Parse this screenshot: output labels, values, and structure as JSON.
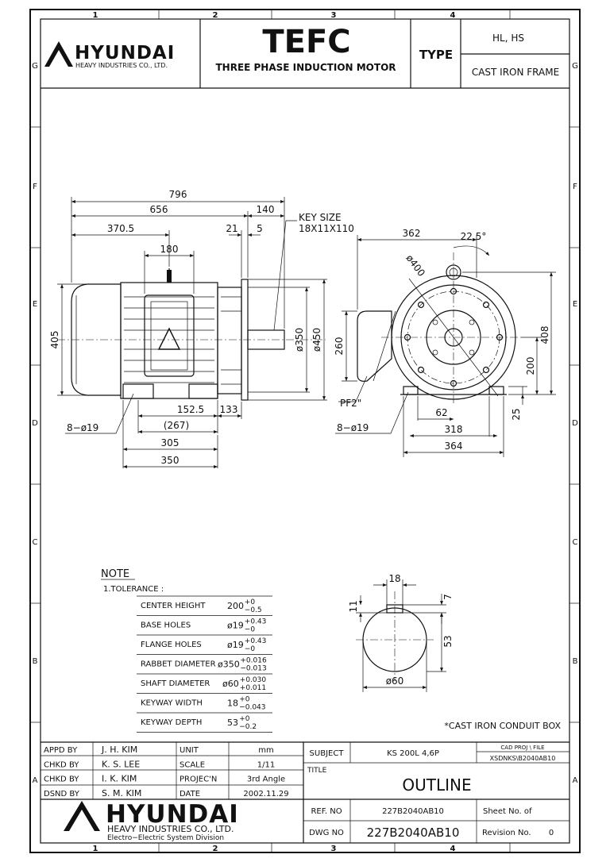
{
  "frame": {
    "col_marks": [
      "1",
      "2",
      "3",
      "4"
    ],
    "row_marks": [
      "G",
      "F",
      "E",
      "D",
      "C",
      "B",
      "A"
    ]
  },
  "header": {
    "brand": "HYUNDAI",
    "brand_sub": "HEAVY INDUSTRIES CO., LTD.",
    "title": "TEFC",
    "subtitle": "THREE PHASE INDUCTION MOTOR",
    "type_label": "TYPE",
    "type_value": "HL, HS",
    "frame_value": "CAST IRON FRAME"
  },
  "side_view": {
    "dims": {
      "overall_length": "796",
      "length_656": "656",
      "dim_140": "140",
      "dim_370": "370.5",
      "dim_21": "21",
      "dim_5": "5",
      "dim_180": "180",
      "height_405": "405",
      "rabbet_dia": "ø350",
      "flange_dia": "ø450",
      "dim_152": "152.5",
      "dim_133": "133",
      "dim_267": "(267)",
      "dim_305": "305",
      "dim_350": "350",
      "base_holes": "8−ø19"
    },
    "key_size_label": "KEY SIZE",
    "key_size_value": "18X11X110"
  },
  "front_view": {
    "dims": {
      "dim_362": "362",
      "angle": "22.5°",
      "pcd": "ø400",
      "dim_260": "260",
      "dim_408": "408",
      "dim_200": "200",
      "dim_25": "25",
      "conduit": "PF2\"",
      "dim_62": "62",
      "holes": "8−ø19",
      "dim_318": "318",
      "dim_364": "364"
    }
  },
  "shaft_section": {
    "dims": {
      "width": "18",
      "depth": "7",
      "dim_11": "11",
      "dim_53": "53",
      "dia": "ø60"
    }
  },
  "note": {
    "title": "NOTE",
    "tolerance_label": "1.TOLERANCE :",
    "rows": [
      {
        "label": "CENTER HEIGHT",
        "base": "200",
        "upper": "+0",
        "lower": "−0.5"
      },
      {
        "label": "BASE HOLES",
        "base": "ø19",
        "upper": "+0.43",
        "lower": "−0"
      },
      {
        "label": "FLANGE HOLES",
        "base": "ø19",
        "upper": "+0.43",
        "lower": "−0"
      },
      {
        "label": "RABBET DIAMETER",
        "base": "ø350",
        "upper": "+0.016",
        "lower": "−0.013"
      },
      {
        "label": "SHAFT DIAMETER",
        "base": "ø60",
        "upper": "+0.030",
        "lower": "+0.011"
      },
      {
        "label": "KEYWAY WIDTH",
        "base": "18",
        "upper": "+0",
        "lower": "−0.043"
      },
      {
        "label": "KEYWAY DEPTH",
        "base": "53",
        "upper": "+0",
        "lower": "−0.2"
      }
    ],
    "conduit_note": "*CAST IRON CONDUIT BOX"
  },
  "title_block": {
    "approvals": [
      {
        "role": "APPD BY",
        "name": "J. H. KIM",
        "field": "UNIT",
        "value": "mm"
      },
      {
        "role": "CHKD BY",
        "name": "K. S. LEE",
        "field": "SCALE",
        "value": "1/11"
      },
      {
        "role": "CHKD BY",
        "name": "I. K. KIM",
        "field": "PROJEC'N",
        "value": "3rd Angle"
      },
      {
        "role": "DSND BY",
        "name": "S. M. KIM",
        "field": "DATE",
        "value": "2002.11.29"
      }
    ],
    "subject_label": "SUBJECT",
    "subject_value": "KS 200L 4,6P",
    "cad_label": "CAD PROJ  \\ FILE",
    "cad_value": "XSDNKS\\B2040AB10",
    "title_label": "TITLE",
    "title_value": "OUTLINE",
    "ref_label": "REF. NO",
    "ref_value": "227B2040AB10",
    "sheet_label": "Sheet No.   of",
    "dwg_label": "DWG NO",
    "dwg_value": "227B2040AB10",
    "revision_label": "Revision No.",
    "revision_value": "0",
    "brand": "HYUNDAI",
    "brand_sub": "HEAVY INDUSTRIES CO., LTD.",
    "division": "Electro−Electric System Division"
  }
}
